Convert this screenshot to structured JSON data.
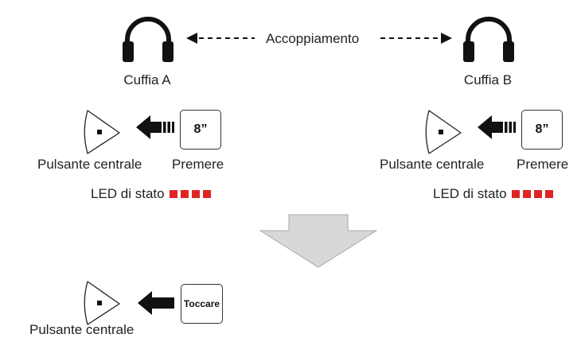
{
  "pairing": {
    "label": "Accoppiamento",
    "headset_a": "Cuffia A",
    "headset_b": "Cuffia B"
  },
  "step1_left": {
    "button_label": "Pulsante centrale",
    "action_label": "Premere",
    "key_text": "8”",
    "led_label": "LED di stato",
    "led_blinks": 4
  },
  "step1_right": {
    "button_label": "Pulsante centrale",
    "action_label": "Premere",
    "key_text": "8”",
    "led_label": "LED di stato",
    "led_blinks": 4
  },
  "step2": {
    "button_label": "Pulsante centrale",
    "key_text": "Toccare"
  },
  "colors": {
    "led": "#e02424",
    "big_arrow_fill": "#d8d8d8",
    "ink": "#111111"
  }
}
